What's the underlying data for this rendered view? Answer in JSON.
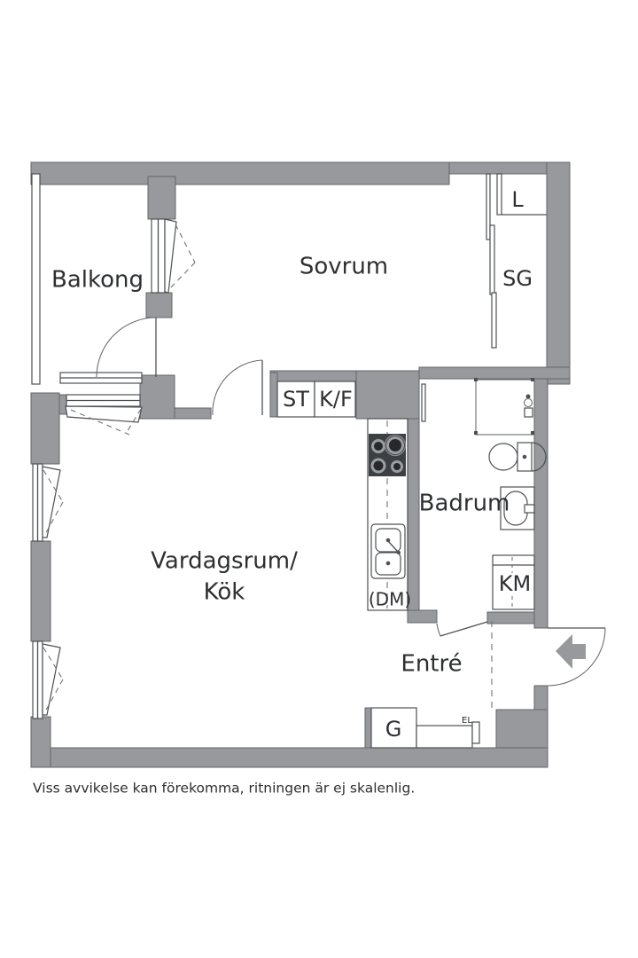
{
  "plan": {
    "rooms": {
      "balcony": "Balkong",
      "bedroom": "Sovrum",
      "bathroom": "Badrum",
      "living_line1": "Vardagsrum/",
      "living_line2": "Kök",
      "entry": "Entré"
    },
    "labels": {
      "linen_closet": "L",
      "sliding_wardrobe": "SG",
      "cleaning_closet": "ST",
      "fridge_freezer": "K/F",
      "washing_machine": "KM",
      "dishwasher": "(DM)",
      "wardrobe": "G",
      "electrical_panel": "EL"
    },
    "disclaimer": "Viss avvikelse kan förekomma, ritningen är ej skalenlig.",
    "colors": {
      "wall": "#97999c",
      "text": "#2e2f31",
      "stove": "#3d4043"
    }
  }
}
